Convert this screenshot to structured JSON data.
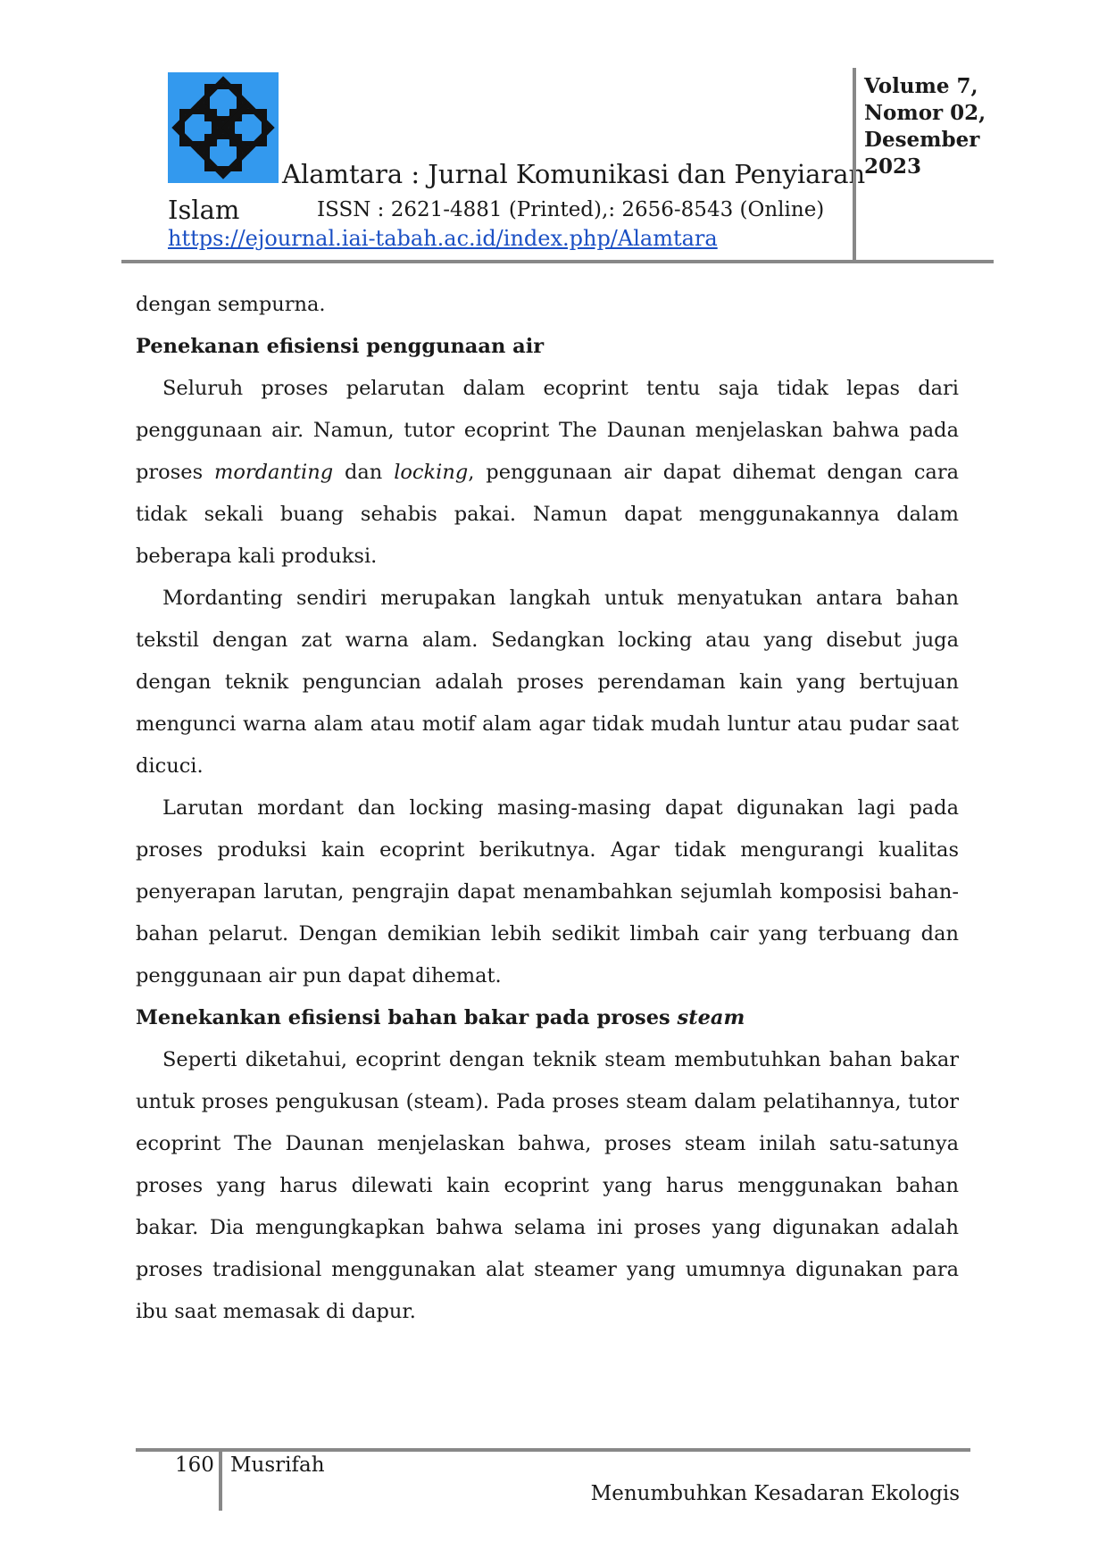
{
  "header": {
    "logo_name": "islamic-star-logo",
    "journal_title_line1": "Alamtara : Jurnal Komunikasi dan Penyiaran",
    "journal_title_line2": "Islam",
    "issn": "ISSN :  2621-4881 (Printed),: 2656-8543 (Online)",
    "url": "https://ejournal.iai-tabah.ac.id/index.php/Alamtara",
    "volume": "Volume 7,",
    "number": "Nomor 02,",
    "month": "Desember",
    "year": "2023",
    "logo_color": "#3399ee"
  },
  "body": {
    "p0": "dengan sempurna.",
    "h1": "Penekanan efisiensi penggunaan air",
    "p1_a": "Seluruh proses pelarutan dalam ecoprint tentu saja tidak lepas dari penggunaan air. Namun, tutor ecoprint The Daunan menjelaskan bahwa pada proses ",
    "p1_b": "mordanting",
    "p1_c": " dan ",
    "p1_d": "locking",
    "p1_e": ", penggunaan air dapat dihemat dengan cara tidak sekali buang sehabis pakai. Namun dapat menggunakannya dalam beberapa kali produksi.",
    "p2": "Mordanting sendiri merupakan langkah untuk menyatukan antara bahan tekstil dengan zat warna alam. Sedangkan locking atau yang disebut juga dengan teknik penguncian adalah proses perendaman kain yang bertujuan mengunci warna alam atau motif alam agar tidak mudah luntur atau pudar saat dicuci.",
    "p3": "Larutan mordant dan locking masing-masing dapat digunakan lagi pada proses produksi kain ecoprint berikutnya. Agar tidak mengurangi kualitas penyerapan larutan, pengrajin dapat menambahkan sejumlah komposisi bahan-bahan pelarut. Dengan demikian lebih sedikit limbah cair yang terbuang dan penggunaan air pun dapat dihemat.",
    "h2_a": "Menekankan efisiensi bahan bakar pada proses ",
    "h2_b": "steam",
    "p4": "Seperti diketahui, ecoprint dengan teknik steam membutuhkan bahan bakar untuk proses pengukusan (steam). Pada proses steam dalam pelatihannya, tutor ecoprint The Daunan menjelaskan bahwa, proses steam inilah satu-satunya proses yang harus dilewati kain ecoprint yang harus menggunakan bahan bakar. Dia mengungkapkan bahwa selama ini proses yang digunakan adalah proses tradisional menggunakan alat steamer yang umumnya digunakan para ibu saat memasak di dapur."
  },
  "footer": {
    "page_number": "160",
    "author": "Musrifah",
    "running_title": "Menumbuhkan Kesadaran Ekologis"
  }
}
